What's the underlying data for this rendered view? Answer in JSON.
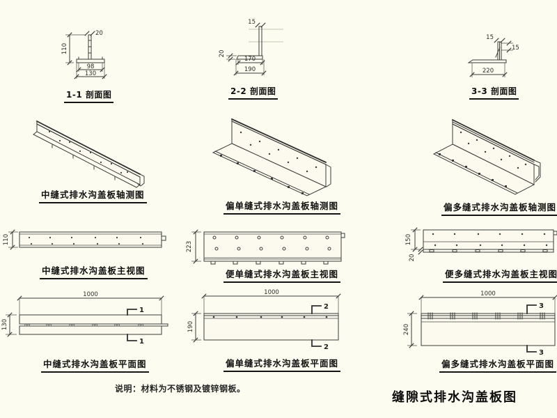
{
  "meta": {
    "note": "说明：材料为不锈钢及镀锌钢板。",
    "title": "缝隙式排水沟盖板图"
  },
  "colors": {
    "background": "#fdfcf0",
    "line": "#3b3b3b",
    "text": "#1d1d1d"
  },
  "sections": [
    {
      "label": "1-1 剖面图",
      "dims": {
        "top_width": "20",
        "height": "110",
        "inner_width": "98",
        "outer_width": "130"
      }
    },
    {
      "label": "2-2 剖面图",
      "dims": {
        "top_width": "15",
        "base_thickness": "20",
        "inner_width": "170",
        "outer_width": "190"
      }
    },
    {
      "label": "3-3 剖面图",
      "dims": {
        "top_width": "15",
        "side_height": "15",
        "bottom_width": "220"
      }
    }
  ],
  "axonometrics": [
    {
      "label": "中缝式排水沟盖板轴测图"
    },
    {
      "label": "偏单缝式排水沟盖板轴测图"
    },
    {
      "label": "偏多缝式排水沟盖板轴测图"
    }
  ],
  "front_views": [
    {
      "label": "中缝式排水沟盖板主视图",
      "dims": {
        "height": "110"
      }
    },
    {
      "label": "便单缝式排水沟盖板主视图",
      "dims": {
        "height": "223"
      }
    },
    {
      "label": "便多缝式排水沟盖板主视图",
      "dims": {
        "height": "150",
        "lip": "20"
      }
    }
  ],
  "plan_views": [
    {
      "label": "中缝式排水沟盖板平面图",
      "section_mark": "1",
      "dims": {
        "length": "1000",
        "width": "130"
      }
    },
    {
      "label": "偏单缝式排水沟盖板平面图",
      "section_mark": "2",
      "dims": {
        "length": "1000",
        "width": "190"
      }
    },
    {
      "label": "偏多缝式排水沟盖板平面图",
      "section_mark": "3",
      "dims": {
        "length": "1000",
        "width": "240"
      }
    }
  ]
}
